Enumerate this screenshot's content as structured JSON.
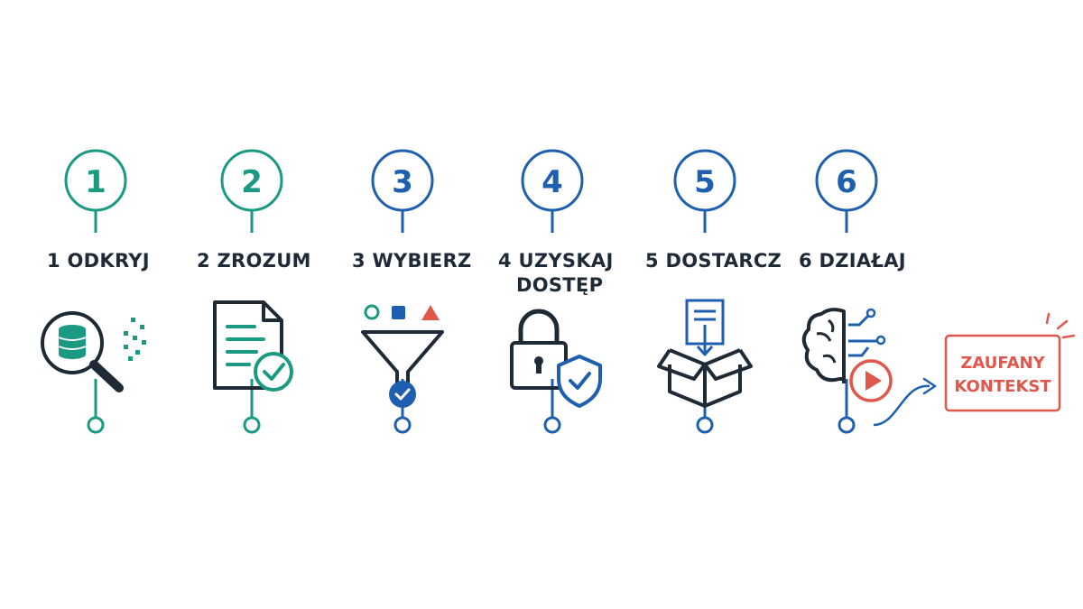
{
  "colors": {
    "teal": "#1a9a82",
    "blue": "#1f5fb0",
    "dark": "#1f2a37",
    "red": "#e2574c"
  },
  "steps": [
    {
      "number": "1",
      "label_lines": [
        "1 ODKRYJ"
      ],
      "icon": "database-search-icon"
    },
    {
      "number": "2",
      "label_lines": [
        "2 ZROZUM"
      ],
      "icon": "document-check-icon"
    },
    {
      "number": "3",
      "label_lines": [
        "3 WYBIERZ"
      ],
      "icon": "funnel-filter-icon"
    },
    {
      "number": "4",
      "label_lines": [
        "4 UZYSKAJ",
        "DOSTĘP"
      ],
      "icon": "lock-shield-icon"
    },
    {
      "number": "5",
      "label_lines": [
        "5 DOSTARCZ"
      ],
      "icon": "package-delivery-icon"
    },
    {
      "number": "6",
      "label_lines": [
        "6 DZIAŁAJ"
      ],
      "icon": "brain-play-icon"
    }
  ],
  "final": {
    "lines": [
      "ZAUFANY",
      "KONTEKST"
    ]
  }
}
